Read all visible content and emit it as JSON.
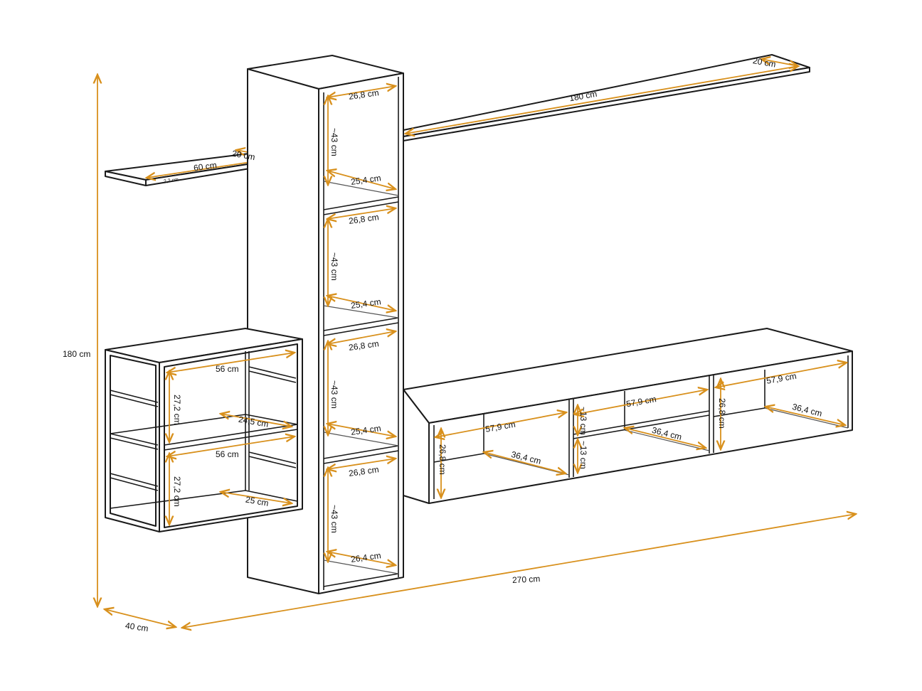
{
  "dimensions": {
    "total_height": "180 cm",
    "total_depth": "40 cm",
    "total_width": "270 cm",
    "small_shelf": {
      "width": "60 cm",
      "depth": "20 cm",
      "thickness": "2,2 cm"
    },
    "long_shelf": {
      "width": "180 cm",
      "depth": "20 cm"
    },
    "tall_column": {
      "compartments": [
        {
          "width": "26,8 cm",
          "height": "~43 cm",
          "depth": "25,4 cm"
        },
        {
          "width": "26,8 cm",
          "height": "~43 cm",
          "depth": "25,4 cm"
        },
        {
          "width": "26,8 cm",
          "height": "~43 cm",
          "depth": "25,4 cm"
        },
        {
          "width": "26,8 cm",
          "height": "~43 cm",
          "depth": "26,4 cm"
        }
      ]
    },
    "open_cabinet": {
      "upper": {
        "width": "56 cm",
        "height": "27,2 cm",
        "depth": "24,5 cm"
      },
      "lower": {
        "width": "56 cm",
        "height": "27,2 cm",
        "depth": "25 cm"
      }
    },
    "tv_unit": {
      "left": {
        "width": "57,9 cm",
        "height": "26,8 cm",
        "depth": "36,4 cm"
      },
      "middle": {
        "width": "57,9 cm",
        "height_upper": "~13 cm",
        "height_lower": "~13 cm",
        "depth": "36,4 cm"
      },
      "right": {
        "width": "57,9 cm",
        "height": "26,8 cm",
        "depth": "36,4 cm"
      }
    }
  },
  "colors": {
    "dimension_line": "#d8901c",
    "outline": "#1a1a1a"
  }
}
